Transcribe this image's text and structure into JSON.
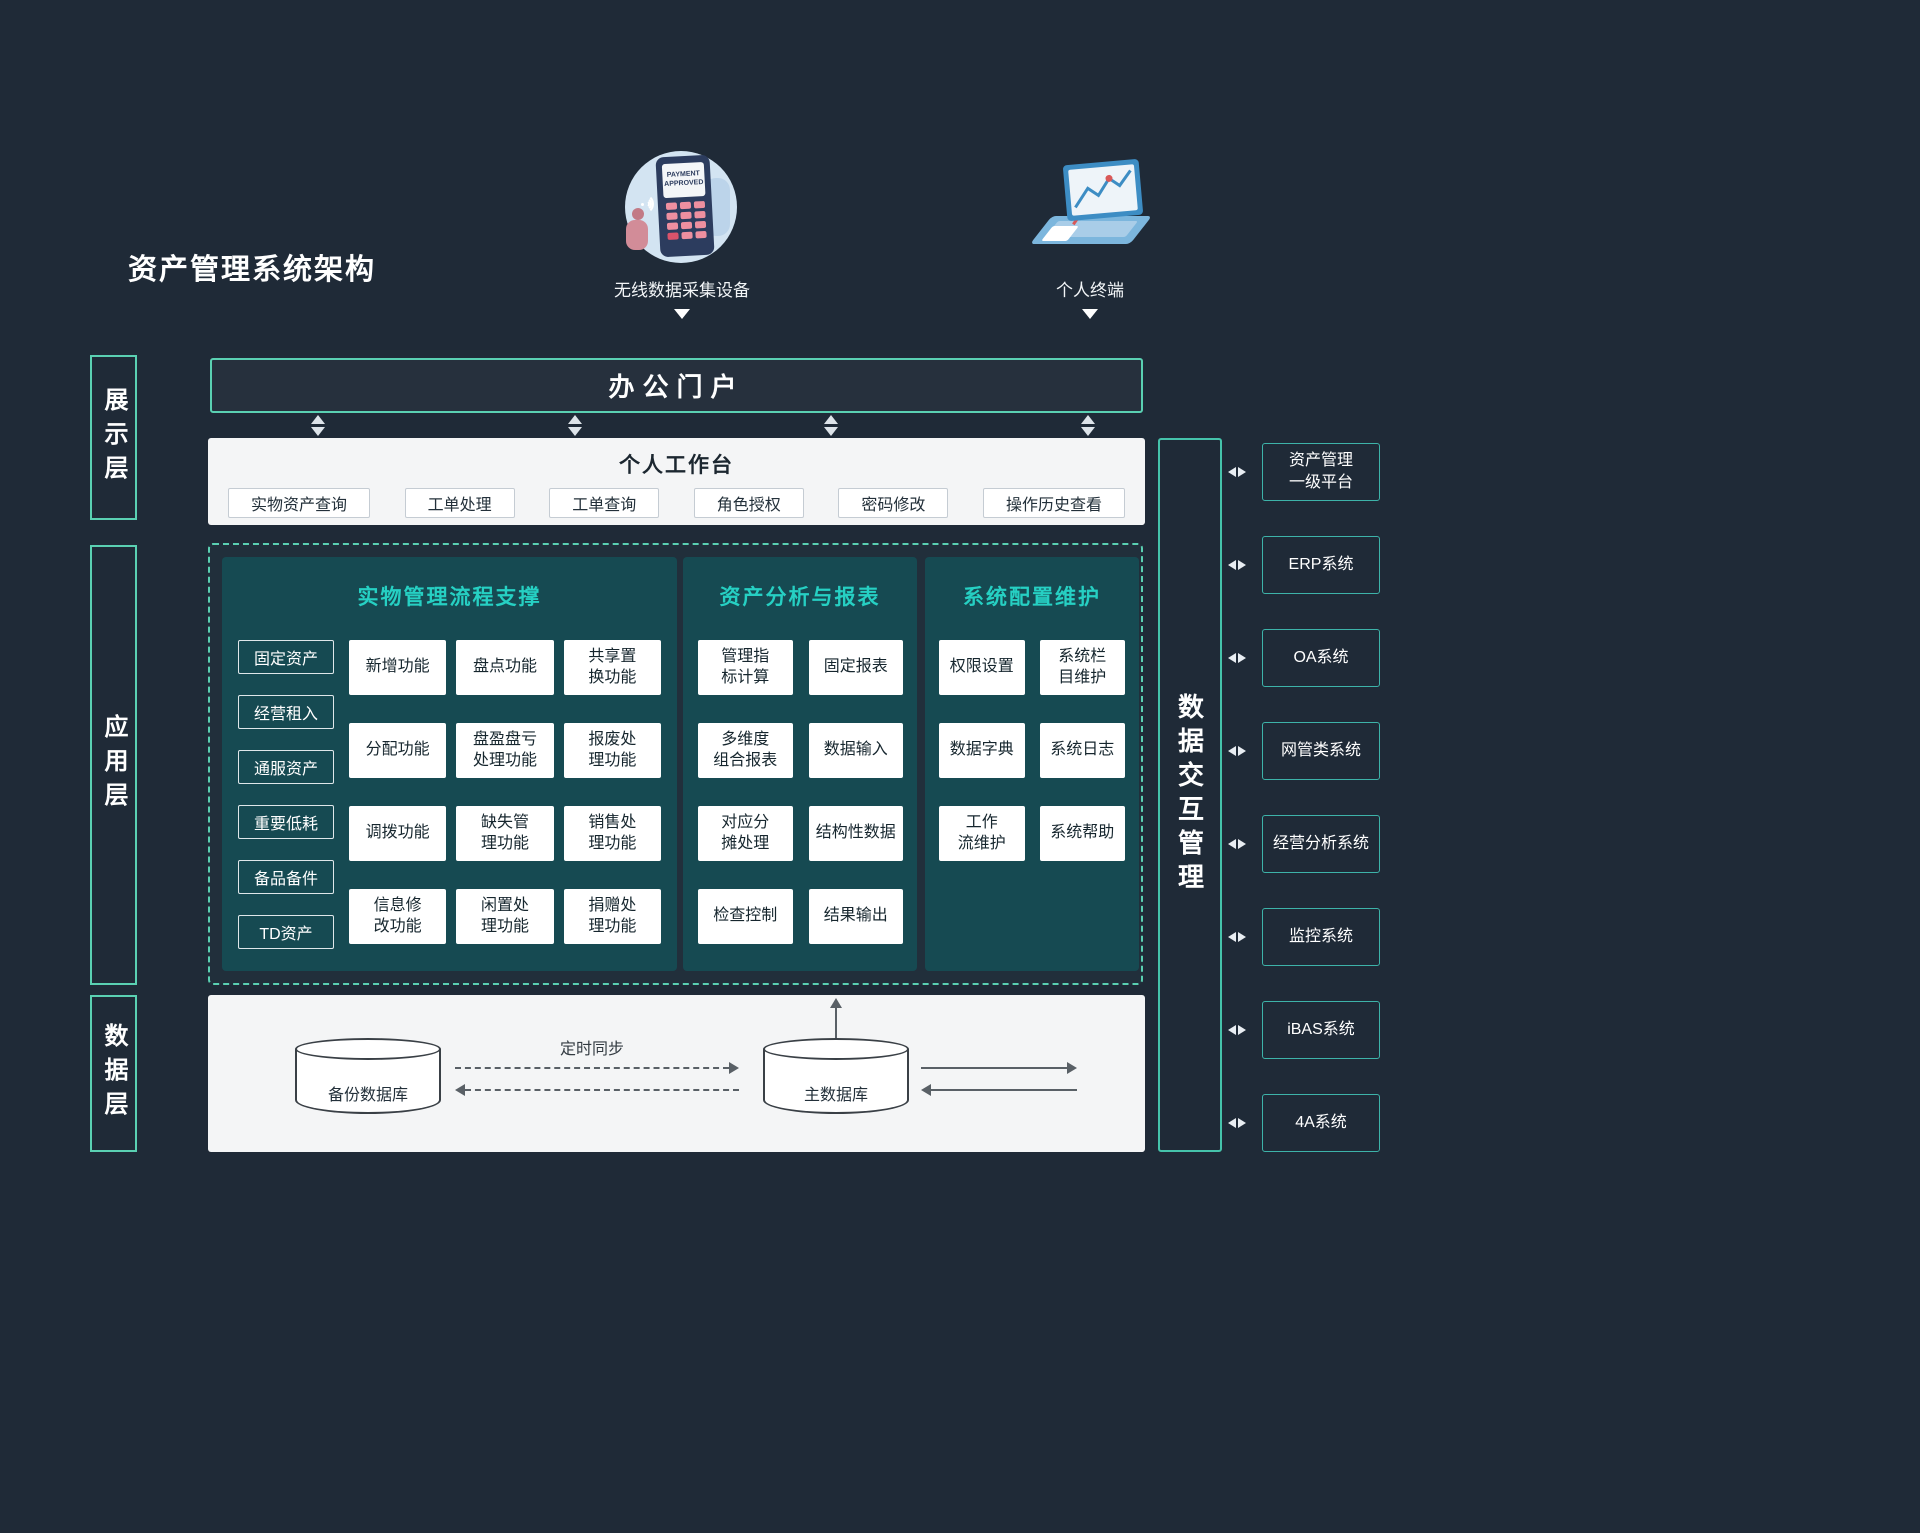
{
  "title": "资产管理系统架构",
  "colors": {
    "background": "#1f2a37",
    "accent_green": "#5ad0b2",
    "heading_cyan": "#26d0c3",
    "panel_teal": "#164a52",
    "external_border": "#3db3a9"
  },
  "devices": [
    {
      "label": "无线数据采集设备",
      "screen_text": "PAYMENT\nAPPROVED"
    },
    {
      "label": "个人终端"
    }
  ],
  "layers": [
    {
      "label": "展示层"
    },
    {
      "label": "应用层"
    },
    {
      "label": "数据层"
    }
  ],
  "portal": {
    "title": "办公门户"
  },
  "workbench": {
    "title": "个人工作台",
    "buttons": [
      "实物资产查询",
      "工单处理",
      "工单查询",
      "角色授权",
      "密码修改",
      "操作历史查看"
    ]
  },
  "app_panels": [
    {
      "title": "实物管理流程支撑",
      "asset_types": [
        "固定资产",
        "经营租入",
        "通服资产",
        "重要低耗",
        "备品备件",
        "TD资产"
      ],
      "functions": [
        "新增功能",
        "盘点功能",
        "共享置换功能",
        "分配功能",
        "盘盈盘亏处理功能",
        "报废处理功能",
        "调拨功能",
        "缺失管理功能",
        "销售处理功能",
        "信息修改功能",
        "闲置处理功能",
        "捐赠处理功能"
      ]
    },
    {
      "title": "资产分析与报表",
      "functions": [
        "管理指标计算",
        "固定报表",
        "多维度组合报表",
        "数据输入",
        "对应分摊处理",
        "结构性数据",
        "检查控制",
        "结果输出"
      ]
    },
    {
      "title": "系统配置维护",
      "functions": [
        "权限设置",
        "系统栏目维护",
        "数据字典",
        "系统日志",
        "工作流维护",
        "系统帮助"
      ]
    }
  ],
  "data_layer": {
    "backup_db": "备份数据库",
    "main_db": "主数据库",
    "sync_label": "定时同步"
  },
  "right_bar": {
    "label": "数据交互管理"
  },
  "external_systems": [
    "资产管理一级平台",
    "ERP系统",
    "OA系统",
    "网管类系统",
    "经营分析系统",
    "监控系统",
    "iBAS系统",
    "4A系统"
  ]
}
